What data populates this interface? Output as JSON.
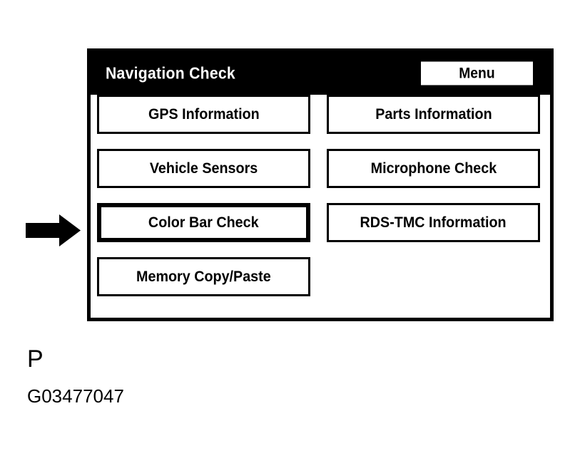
{
  "pointer": {
    "icon": "arrow-right-icon",
    "points_to": "Color Bar Check"
  },
  "panel": {
    "header": {
      "title": "Navigation Check",
      "menu_label": "Menu"
    },
    "columns": {
      "left": [
        {
          "label": "GPS Information",
          "selected": false
        },
        {
          "label": "Vehicle Sensors",
          "selected": false
        },
        {
          "label": "Color Bar Check",
          "selected": true
        },
        {
          "label": "Memory Copy/Paste",
          "selected": false
        }
      ],
      "right": [
        {
          "label": "Parts Information",
          "selected": false
        },
        {
          "label": "Microphone Check",
          "selected": false
        },
        {
          "label": "RDS-TMC Information",
          "selected": false
        }
      ]
    }
  },
  "caption": {
    "letter": "P",
    "code": "G03477047"
  },
  "colors": {
    "background": "#ffffff",
    "foreground": "#000000",
    "header_bg": "#000000",
    "header_text": "#ffffff"
  }
}
